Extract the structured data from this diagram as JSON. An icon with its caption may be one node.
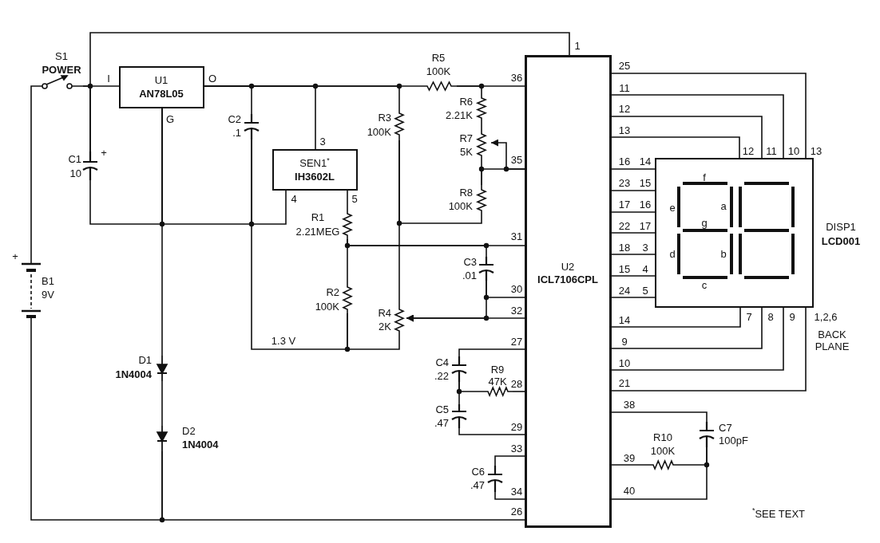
{
  "diagram": {
    "nodes": [
      {
        "text": [
          "S1",
          "POWER"
        ]
      },
      {
        "text": [
          "U1",
          "AN78L05"
        ]
      },
      {
        "text": [
          "C1",
          "10"
        ]
      },
      {
        "text": [
          "C2",
          ".1"
        ]
      },
      {
        "text": [
          "R5",
          "100K"
        ]
      },
      {
        "text": [
          "SEN1$^{*}$",
          "IH3602L"
        ]
      },
      {
        "text": [
          "R3",
          "100K"
        ]
      },
      {
        "text": [
          "R6",
          "2.21K"
        ]
      },
      {
        "text": [
          "R7",
          "5K"
        ]
      },
      {
        "text": [
          "R8",
          "100K"
        ]
      },
      {
        "text": [
          "U2",
          "ICL7106CPL"
        ]
      },
      {
        "text": [
          "DISP1",
          "LCD001"
        ]
      },
      {
        "text": [
          "R1",
          "2.21MEG"
        ]
      },
      {
        "text": [
          "C3",
          ".01"
        ]
      },
      {
        "text": [
          "B1",
          "9V"
        ]
      },
      {
        "text": [
          "R2",
          "100K"
        ]
      },
      {
        "text": [
          "R4",
          "2K"
        ]
      },
      {
        "text": [
          "C4",
          ".22"
        ]
      },
      {
        "text": [
          "R9",
          "47K"
        ]
      },
      {
        "text": [
          "C5",
          ".47"
        ]
      },
      {
        "text": [
          "D1",
          "1N4004"
        ]
      },
      {
        "text": [
          "C7",
          "100pF"
        ]
      },
      {
        "text": [
          "R10",
          "100K"
        ]
      },
      {
        "text": [
          "D2",
          "1N4004"
        ]
      },
      {
        "text": [
          "C6",
          ".47"
        ]
      }
    ],
    "edges": [
      {
        "from": 0,
        "to": 1,
        "arrow": "none"
      },
      {
        "from": 0,
        "to": 2,
        "arrow": "none"
      },
      {
        "from": 2,
        "to": 10,
        "arrow": "none"
      },
      {
        "from": 1,
        "to": 3,
        "arrow": "none"
      },
      {
        "from": 1,
        "to": 5,
        "arrow": "none"
      },
      {
        "from": 1,
        "to": 6,
        "arrow": "none"
      },
      {
        "from": 1,
        "to": 4,
        "arrow": "none"
      },
      {
        "from": 4,
        "to": 7,
        "arrow": "none"
      },
      {
        "from": 4,
        "to": 10,
        "arrow": "none"
      },
      {
        "from": 7,
        "to": 8,
        "arrow": "none"
      },
      {
        "from": 8,
        "to": 9,
        "arrow": "none"
      },
      {
        "from": 10,
        "to": 8,
        "arrow": "to"
      },
      {
        "from": 9,
        "to": 10,
        "arrow": "none"
      },
      {
        "from": 6,
        "to": 9,
        "arrow": "none"
      },
      {
        "from": 6,
        "to": 16,
        "arrow": "none"
      },
      {
        "from": 2,
        "to": 1,
        "arrow": "none"
      },
      {
        "from": 1,
        "to": 20,
        "arrow": "none"
      },
      {
        "from": 3,
        "to": 5,
        "arrow": "none"
      },
      {
        "from": 1,
        "to": 3,
        "arrow": "none"
      },
      {
        "from": 3,
        "to": 15,
        "arrow": "none"
      },
      {
        "from": 15,
        "to": 16,
        "arrow": "none"
      },
      {
        "from": 20,
        "to": 23,
        "arrow": "none"
      },
      {
        "from": 23,
        "to": 10,
        "arrow": "none"
      },
      {
        "from": 14,
        "to": 23,
        "arrow": "none"
      },
      {
        "from": 14,
        "to": 0,
        "arrow": "none"
      },
      {
        "from": 5,
        "to": 12,
        "arrow": "none"
      },
      {
        "from": 12,
        "to": 15,
        "arrow": "none"
      },
      {
        "from": 12,
        "to": 10,
        "arrow": "none"
      },
      {
        "from": 12,
        "to": 13,
        "arrow": "none"
      },
      {
        "from": 13,
        "to": 10,
        "arrow": "none"
      },
      {
        "from": 10,
        "to": 16,
        "arrow": "to"
      },
      {
        "from": 13,
        "to": 16,
        "arrow": "to"
      },
      {
        "from": 17,
        "to": 10,
        "arrow": "none"
      },
      {
        "from": 17,
        "to": 19,
        "arrow": "none"
      },
      {
        "from": 17,
        "to": 18,
        "arrow": "none"
      },
      {
        "from": 18,
        "to": 10,
        "arrow": "none"
      },
      {
        "from": 19,
        "to": 10,
        "arrow": "none"
      },
      {
        "from": 24,
        "to": 10,
        "arrow": "none"
      },
      {
        "from": 24,
        "to": 10,
        "arrow": "none"
      },
      {
        "from": 10,
        "to": 21,
        "arrow": "none"
      },
      {
        "from": 10,
        "to": 22,
        "arrow": "none"
      },
      {
        "from": 22,
        "to": 21,
        "arrow": "none"
      },
      {
        "from": 10,
        "to": 21,
        "arrow": "none"
      },
      {
        "from": 10,
        "to": 11,
        "arrow": "none"
      },
      {
        "from": 10,
        "to": 11,
        "arrow": "none"
      },
      {
        "from": 10,
        "to": 11,
        "arrow": "none"
      },
      {
        "from": 10,
        "to": 11,
        "arrow": "none"
      },
      {
        "from": 10,
        "to": 11,
        "arrow": "none"
      },
      {
        "from": 10,
        "to": 11,
        "arrow": "none"
      },
      {
        "from": 10,
        "to": 11,
        "arrow": "none"
      },
      {
        "from": 10,
        "to": 11,
        "arrow": "none"
      },
      {
        "from": 10,
        "to": 11,
        "arrow": "none"
      },
      {
        "from": 10,
        "to": 11,
        "arrow": "none"
      },
      {
        "from": 10,
        "to": 11,
        "arrow": "none"
      },
      {
        "from": 10,
        "to": 11,
        "arrow": "none"
      },
      {
        "from": 10,
        "to": 11,
        "arrow": "none"
      },
      {
        "from": 10,
        "to": 11,
        "arrow": "none"
      },
      {
        "from": 10,
        "to": 11,
        "arrow": "none"
      }
    ],
    "labels": [
      "I",
      "O",
      "1",
      "36",
      "G",
      "+",
      "3",
      "35",
      "4",
      "5",
      "31",
      "+",
      "30",
      "32",
      "1.3 V",
      "27",
      "28",
      "29",
      "33",
      "34",
      "26",
      "25",
      "11",
      "12",
      "13",
      "12",
      "11",
      "10",
      "13",
      "16",
      "14",
      "23",
      "15",
      "17",
      "16",
      "22",
      "17",
      "18",
      "3",
      "15",
      "4",
      "24",
      "5",
      "f",
      "e",
      "a",
      "g",
      "d",
      "b",
      "c",
      "14",
      "7",
      "8",
      "9",
      "1,2,6",
      "9",
      "BACK PLANE",
      "10",
      "21",
      "38",
      "39",
      "40",
      "$^{*}$SEE TEXT"
    ]
  }
}
